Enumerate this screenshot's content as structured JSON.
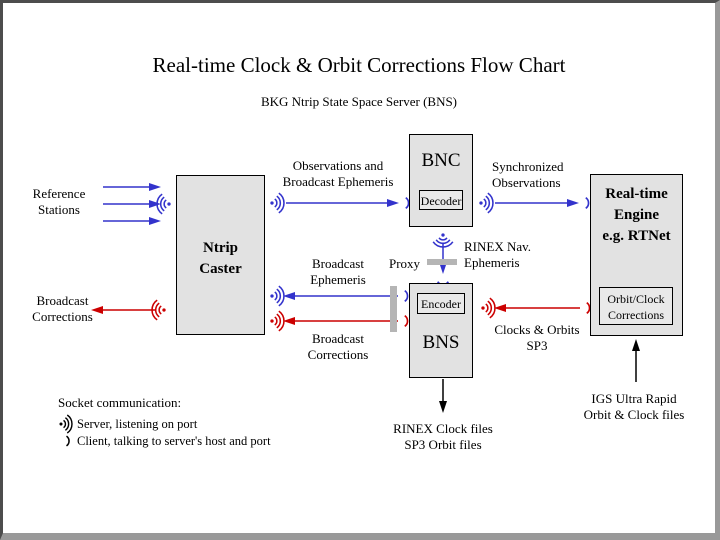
{
  "page": {
    "title": "Real-time Clock & Orbit Corrections Flow Chart",
    "subtitle": "BKG Ntrip State Space Server (BNS)"
  },
  "colors": {
    "blue": "#3333cc",
    "red": "#cc0000",
    "box_fill": "#e2e2e2",
    "sub_fill": "#e9e9e9",
    "proxy_gray": "#b5b5b5"
  },
  "boxes": {
    "ntrip_caster": {
      "lines": [
        "Ntrip",
        "Caster"
      ]
    },
    "bnc": {
      "title": "BNC",
      "sub": "Decoder"
    },
    "bns": {
      "title": "BNS",
      "sub": "Encoder"
    },
    "rt_engine": {
      "lines": [
        "Real-time",
        "Engine",
        "e.g. RTNet"
      ],
      "sub_lines": [
        "Orbit/Clock",
        "Corrections"
      ]
    }
  },
  "labels": {
    "reference_stations": [
      "Reference",
      "Stations"
    ],
    "broadcast_corrections_left": [
      "Broadcast",
      "Corrections"
    ],
    "observations": [
      "Observations and",
      "Broadcast Ephemeris"
    ],
    "synchronized": [
      "Synchronized",
      "Observations"
    ],
    "rinex_nav": [
      "RINEX Nav.",
      "Ephemeris"
    ],
    "proxy": "Proxy",
    "broadcast_ephemeris": [
      "Broadcast",
      "Ephemeris"
    ],
    "broadcast_corrections_mid": [
      "Broadcast",
      "Corrections"
    ],
    "clocks_orbits": [
      "Clocks & Orbits",
      "SP3"
    ],
    "rinex_files": [
      "RINEX Clock files",
      "SP3 Orbit files"
    ],
    "igs": [
      "IGS Ultra Rapid",
      "Orbit & Clock files"
    ]
  },
  "legend": {
    "heading": "Socket communication:",
    "server": "Server, listening on port",
    "client": "Client, talking to server's host and port"
  }
}
